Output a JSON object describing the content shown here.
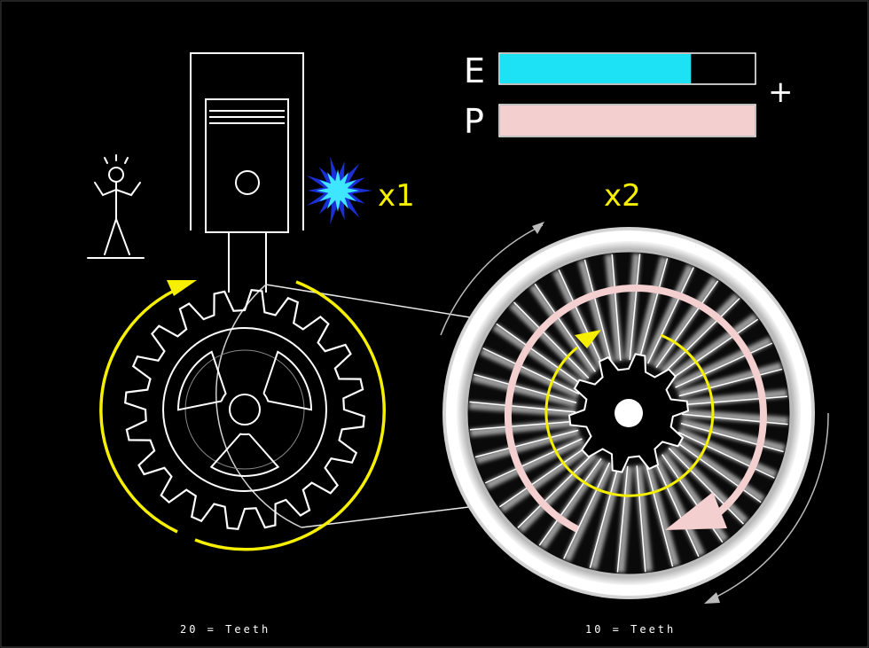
{
  "labels": {
    "energy": "E",
    "power": "P",
    "plus": "+",
    "multiplier_left": "x1",
    "multiplier_right": "x2"
  },
  "bars": {
    "energy_fill": 0.75,
    "power_fill": 1.0
  },
  "gears": {
    "left": {
      "teeth": 20,
      "caption": "20 = Teeth"
    },
    "right": {
      "teeth": 10,
      "caption": "10 = Teeth"
    }
  },
  "colors": {
    "background": "#000000",
    "stroke": "#ffffff",
    "energy": "#1de2f5",
    "power": "#f4cfcf",
    "arrow_yellow": "#f6f000",
    "spark_outer": "#1a2fd8",
    "spark_inner": "#3ee6ff",
    "wheel_tire": "#e8e8e8"
  },
  "icons": {
    "person": "stick-figure-icon",
    "spark": "spark-burst-icon"
  }
}
